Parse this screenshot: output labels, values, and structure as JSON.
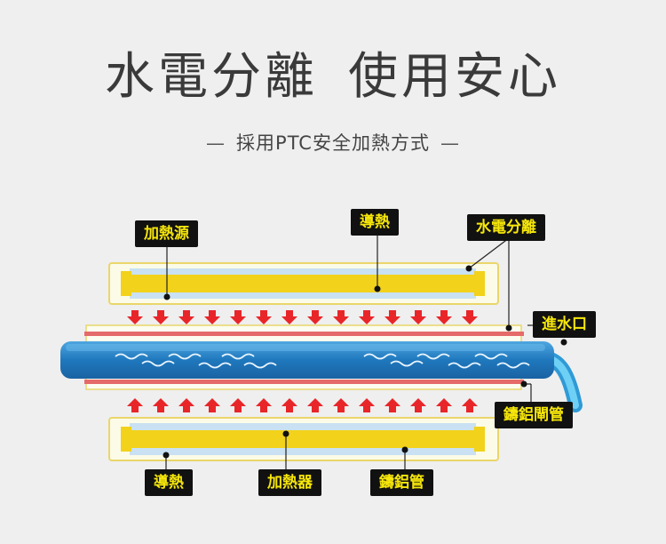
{
  "title": {
    "part1": "水電分離",
    "part2": "使用安心"
  },
  "subtitle": {
    "dash": "—",
    "text": "採用PTC安全加熱方式"
  },
  "labels": {
    "heat_source": "加熱源",
    "heat_conduct_top": "導熱",
    "water_electric_separation": "水電分離",
    "water_inlet": "進水口",
    "alloy_tube_top": "鑄鋁閘管",
    "heat_conduct_bottom": "導熱",
    "heater": "加熱器",
    "alloy_tube_bottom": "鑄鋁管"
  },
  "colors": {
    "background": "#efefef",
    "heater_yellow": "#f2d21a",
    "heater_blue": "#bfdcf0",
    "arrow_red": "#e8262a",
    "water_blue": "#2a86c8",
    "label_bg": "#111111",
    "label_text": "#f7e70a",
    "red_rail": "#e56a6a"
  },
  "icons": {
    "arrow_down": "red-down-arrow",
    "arrow_up": "red-up-arrow",
    "wave": "water-wave-icon"
  }
}
